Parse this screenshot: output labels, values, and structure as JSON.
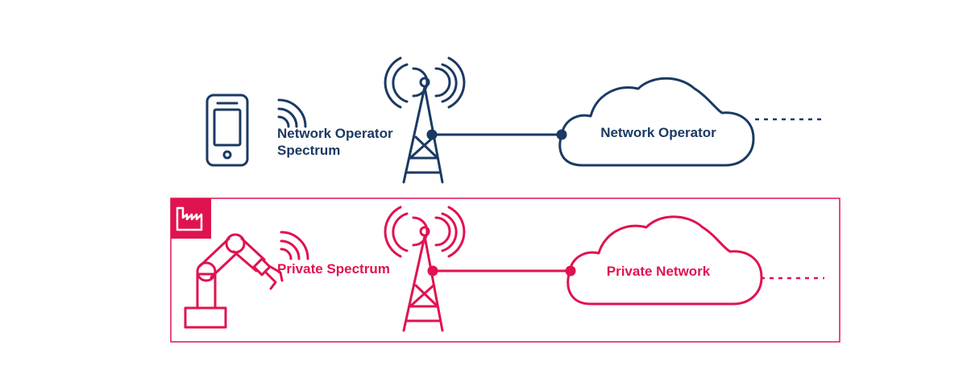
{
  "colors": {
    "operator": "#1b3a63",
    "private": "#e0134f",
    "background": "#ffffff"
  },
  "operator": {
    "spectrum_label_line1": "Network Operator",
    "spectrum_label_line2": "Spectrum",
    "cloud_label": "Network Operator",
    "device_icon": "smartphone-icon",
    "signal_icon": "wifi-signal-icon",
    "tower_icon": "radio-tower-icon",
    "cloud_icon": "cloud-icon"
  },
  "private": {
    "spectrum_label": "Private Spectrum",
    "cloud_label": "Private Network",
    "zone_icon": "factory-icon",
    "device_icon": "robot-arm-icon",
    "signal_icon": "wifi-signal-icon",
    "tower_icon": "radio-tower-icon",
    "cloud_icon": "cloud-icon"
  }
}
